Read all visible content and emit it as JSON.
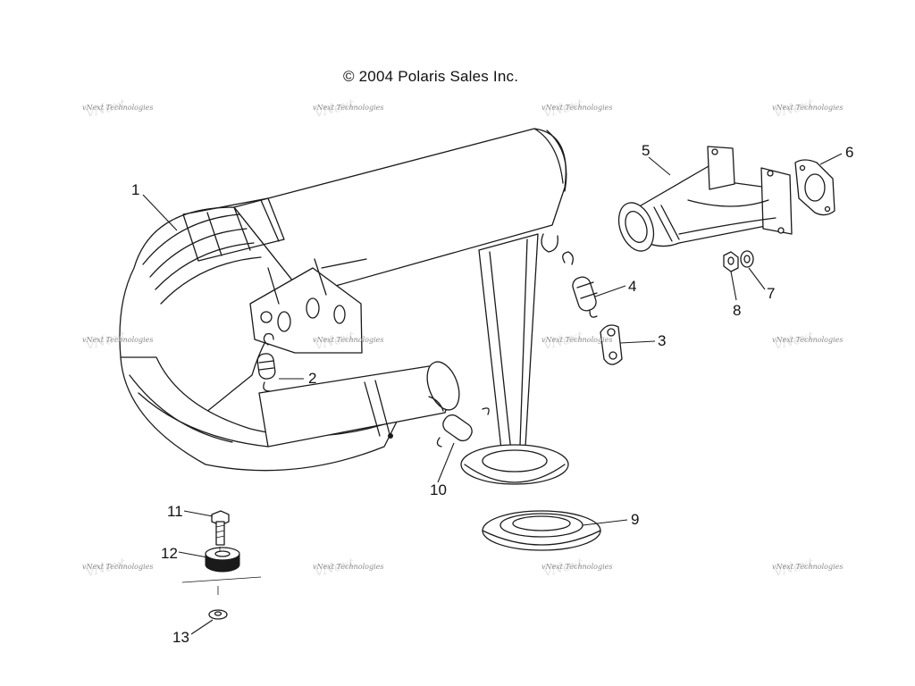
{
  "copyright": "© 2004 Polaris Sales Inc.",
  "watermark": {
    "text": "vNext Technologies",
    "ghost_text": "vNext"
  },
  "callouts": [
    {
      "id": "1",
      "label": "1"
    },
    {
      "id": "2",
      "label": "2"
    },
    {
      "id": "3",
      "label": "3"
    },
    {
      "id": "4",
      "label": "4"
    },
    {
      "id": "5",
      "label": "5"
    },
    {
      "id": "6",
      "label": "6"
    },
    {
      "id": "7",
      "label": "7"
    },
    {
      "id": "8",
      "label": "8"
    },
    {
      "id": "9",
      "label": "9"
    },
    {
      "id": "10",
      "label": "10"
    },
    {
      "id": "11",
      "label": "11"
    },
    {
      "id": "12",
      "label": "12"
    },
    {
      "id": "13",
      "label": "13"
    }
  ]
}
